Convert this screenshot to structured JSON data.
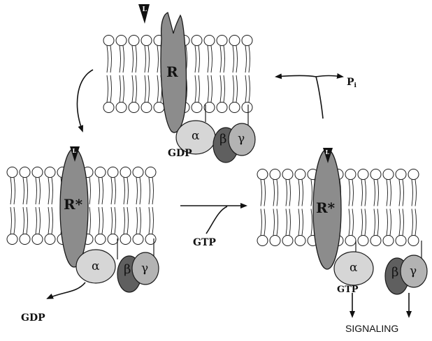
{
  "colors": {
    "receptor": "#8c8c8c",
    "alpha": "#d6d6d6",
    "beta": "#5f5f5f",
    "gamma": "#b3b3b3",
    "stroke": "#1a1a1a",
    "background": "#ffffff"
  },
  "states": {
    "inactive": {
      "ligand": "L",
      "receptor": "R",
      "alpha": "α",
      "beta": "β",
      "gamma": "γ",
      "nucleotide": "GDP"
    },
    "active_gdp": {
      "ligand": "L",
      "receptor": "R*",
      "alpha": "α",
      "beta": "β",
      "gamma": "γ",
      "released": "GDP"
    },
    "active_gtp": {
      "ligand": "L",
      "receptor": "R*",
      "alpha": "α",
      "beta": "β",
      "gamma": "γ",
      "nucleotide": "GTP",
      "output": "SIGNALING"
    }
  },
  "labels": {
    "gtp_input": "GTP",
    "phosphate": "P",
    "phosphate_subscript": "i"
  }
}
